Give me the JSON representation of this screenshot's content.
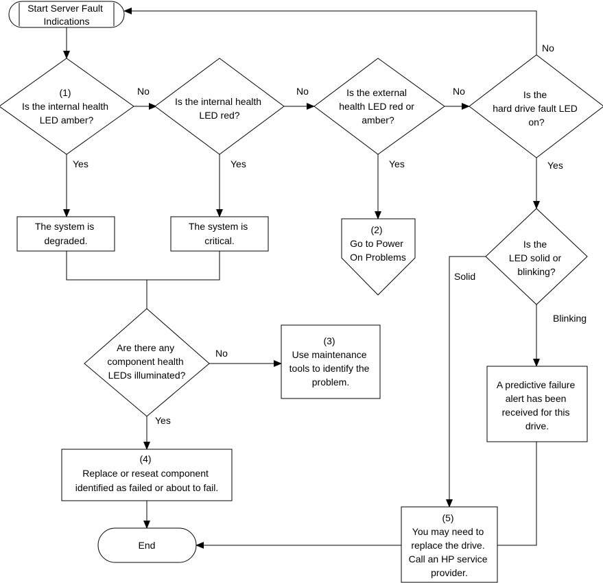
{
  "nodes": {
    "start": [
      "Start Server Fault",
      "Indications"
    ],
    "d1": [
      "(1)",
      "Is the internal health",
      "LED amber?"
    ],
    "d2": [
      "Is the internal health",
      "LED red?"
    ],
    "d3": [
      "Is the external",
      "health LED red or",
      "amber?"
    ],
    "d4": [
      "Is the",
      "hard drive fault LED",
      "on?"
    ],
    "degraded": [
      "The system is",
      "degraded."
    ],
    "critical": [
      "The system is",
      "critical."
    ],
    "power": [
      "(2)",
      "Go to Power",
      "On Problems"
    ],
    "d5": [
      "Is the",
      "LED solid or",
      "blinking?"
    ],
    "d6": [
      "Are there any",
      "component health",
      "LEDs illuminated?"
    ],
    "maint": [
      "(3)",
      "Use maintenance",
      "tools to identify the",
      "problem."
    ],
    "predictive": [
      "A predictive failure",
      "alert has been",
      "received for this",
      "drive."
    ],
    "replace": [
      "(4)",
      "Replace or reseat component",
      "identified as failed or about to fail."
    ],
    "end": [
      "End"
    ],
    "hpcall": [
      "(5)",
      "You may need to",
      "replace the drive.",
      "Call an HP service",
      "provider."
    ]
  },
  "edge_labels": {
    "no_d1_d2": "No",
    "no_d2_d3": "No",
    "no_d3_d4": "No",
    "no_d4_start": "No",
    "yes_d1": "Yes",
    "yes_d2": "Yes",
    "yes_d3": "Yes",
    "yes_d4": "Yes",
    "solid": "Solid",
    "blinking": "Blinking",
    "no_d6": "No",
    "yes_d6": "Yes"
  }
}
